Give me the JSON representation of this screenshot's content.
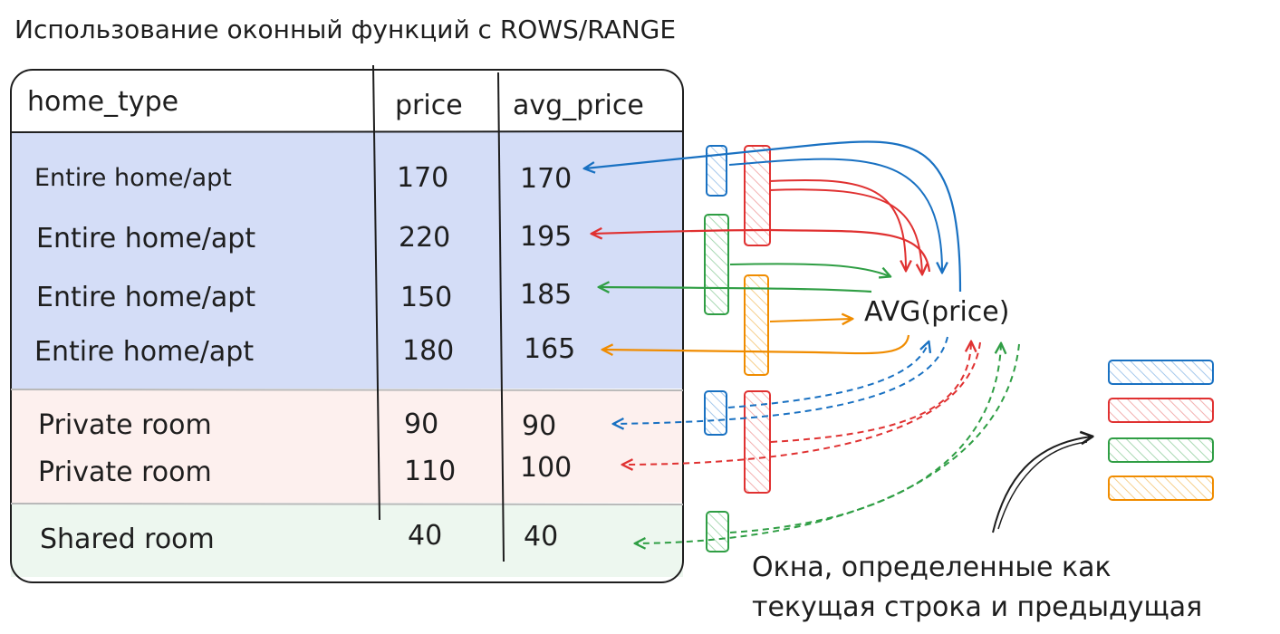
{
  "title": "Использование оконный функций с ROWS/RANGE",
  "table": {
    "headers": [
      "home_type",
      "price",
      "avg_price"
    ],
    "rows": [
      {
        "home_type": "Entire home/apt",
        "price": "170",
        "avg_price": "170"
      },
      {
        "home_type": "Entire home/apt",
        "price": "220",
        "avg_price": "195"
      },
      {
        "home_type": "Entire home/apt",
        "price": "150",
        "avg_price": "185"
      },
      {
        "home_type": "Entire home/apt",
        "price": "180",
        "avg_price": "165"
      },
      {
        "home_type": "Private room",
        "price": "90",
        "avg_price": "90"
      },
      {
        "home_type": "Private room",
        "price": "110",
        "avg_price": "100"
      },
      {
        "home_type": "Shared room",
        "price": "40",
        "avg_price": "40"
      }
    ]
  },
  "function_label": "AVG(price)",
  "note": {
    "line1": "Окна, определенные как",
    "line2": "текущая строка и предыдущая"
  },
  "colors": {
    "group_entire": "#d4ddf7",
    "group_private": "#fdf0ee",
    "group_shared": "#edf7ef",
    "window_blue": "#1971c2",
    "window_red": "#e03131",
    "window_green": "#2f9e44",
    "window_orange": "#f08c00"
  }
}
